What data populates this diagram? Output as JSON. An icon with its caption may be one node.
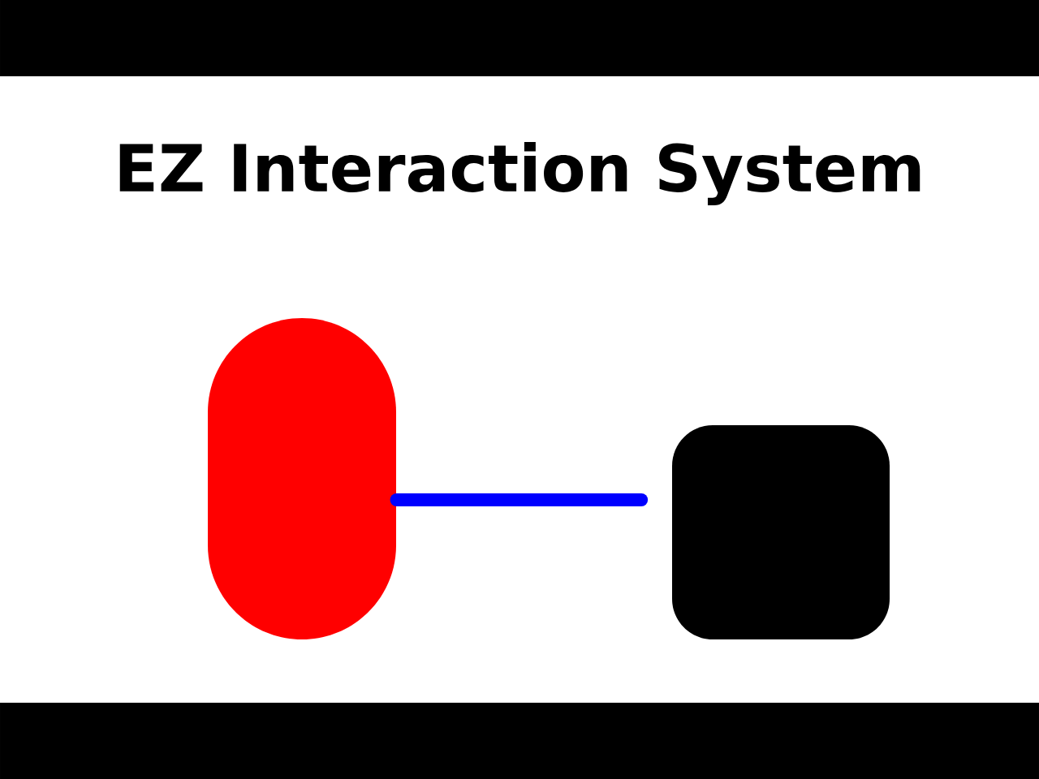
{
  "diagram": {
    "title": "EZ Interaction System",
    "nodes": [
      {
        "text": [],
        "shape": "capsule"
      },
      {
        "text": [],
        "shape": "box"
      }
    ],
    "edges": [
      {
        "from": 0,
        "to": 1,
        "arrow": "none",
        "color": "#0000ff"
      }
    ]
  }
}
